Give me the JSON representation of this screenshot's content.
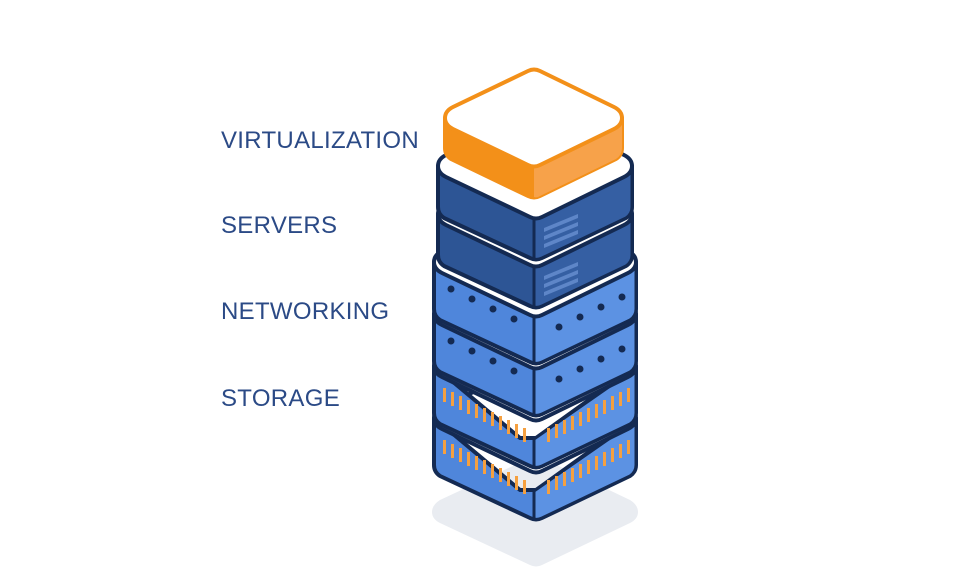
{
  "labels": {
    "virtualization": "VIRTUALIZATION",
    "servers": "SERVERS",
    "networking": "NETWORKING",
    "storage": "STORAGE"
  },
  "colors": {
    "label_text": "#2b4a86",
    "outline": "#142a52",
    "virtualization_accent": "#f39019",
    "server_blue": "#2d5595",
    "network_blue": "#4f86db",
    "storage_bars": "#f5a040",
    "shadow": "#e9ecf1"
  },
  "stack": {
    "order_top_to_bottom": [
      "virtualization",
      "servers",
      "servers",
      "networking",
      "networking",
      "storage",
      "storage"
    ],
    "icons": [
      "storage-bars-icon",
      "network-ports-icon",
      "server-vent-icon"
    ]
  }
}
